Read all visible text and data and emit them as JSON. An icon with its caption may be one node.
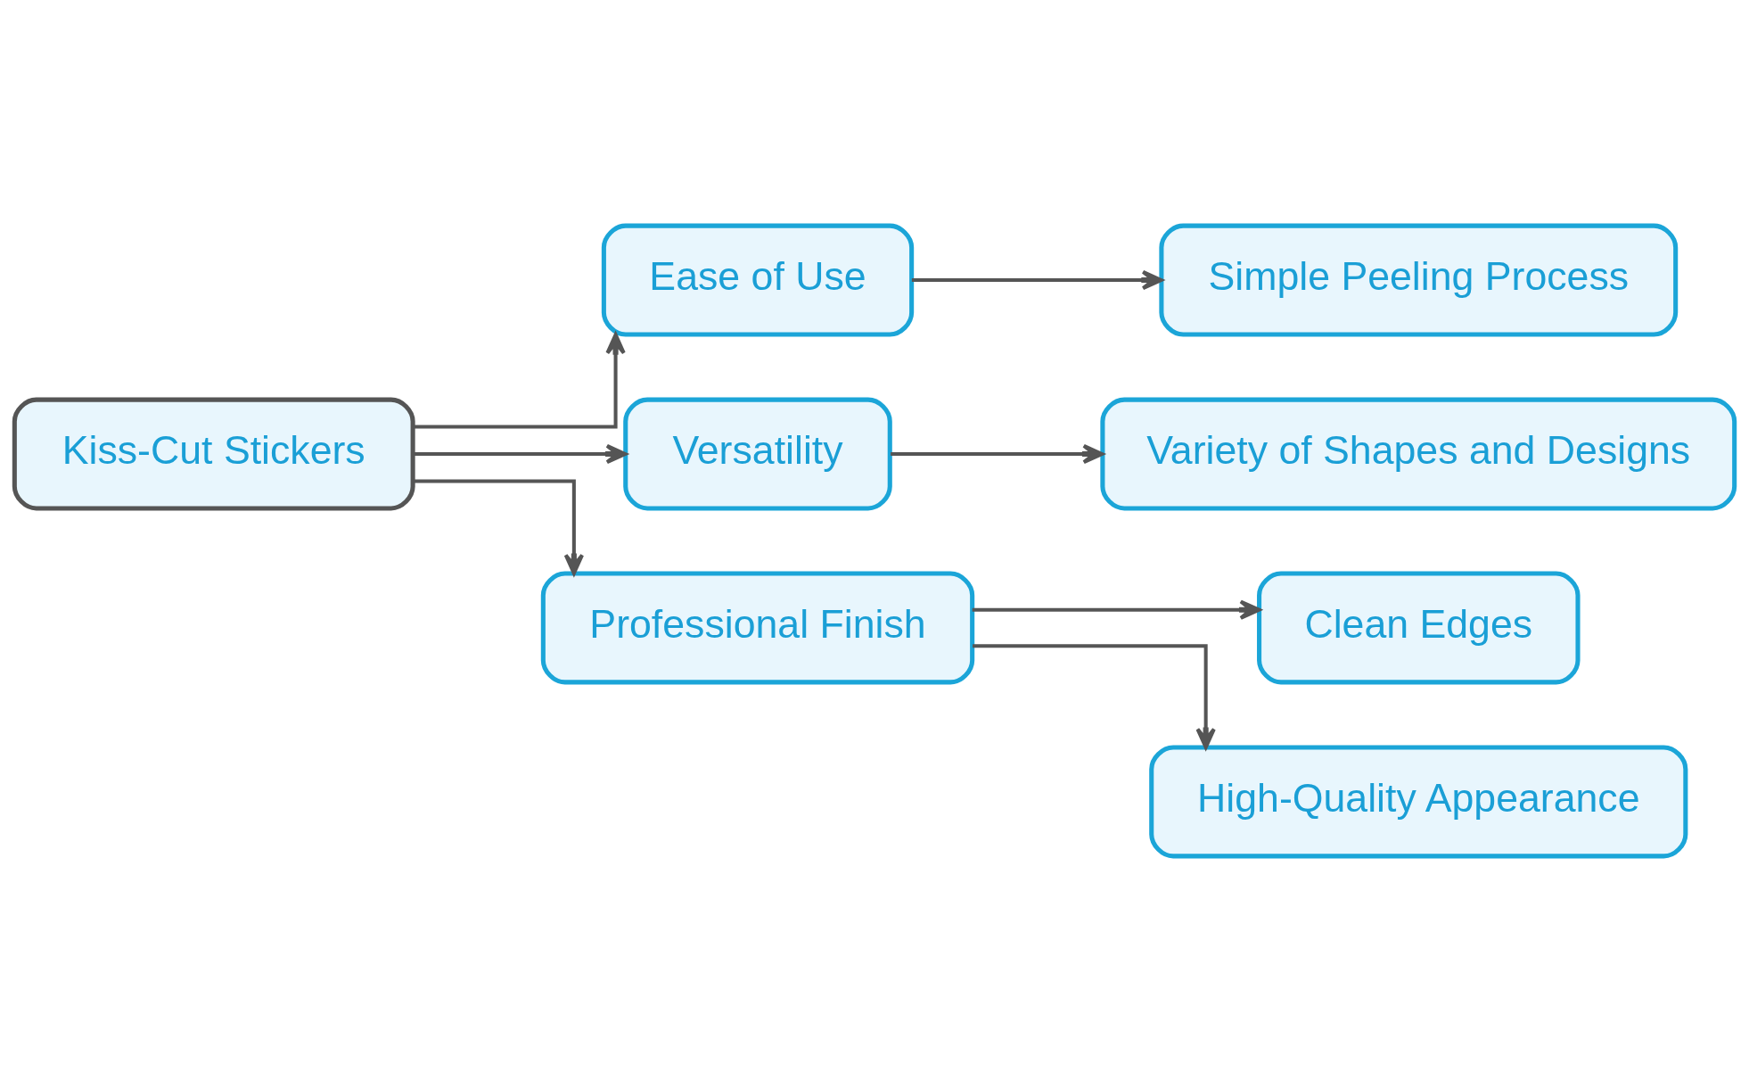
{
  "diagram": {
    "nodes": [
      {
        "text": [
          "Kiss-Cut Stickers"
        ]
      },
      {
        "text": [
          "Ease of Use"
        ]
      },
      {
        "text": [
          "Simple Peeling Process"
        ]
      },
      {
        "text": [
          "Versatility"
        ]
      },
      {
        "text": [
          "Variety of Shapes and Designs"
        ]
      },
      {
        "text": [
          "Professional Finish"
        ]
      },
      {
        "text": [
          "Clean Edges"
        ]
      },
      {
        "text": [
          "High-Quality Appearance"
        ]
      }
    ],
    "edges": [
      {
        "from": 0,
        "to": 1,
        "arrow": "to"
      },
      {
        "from": 0,
        "to": 3,
        "arrow": "to"
      },
      {
        "from": 0,
        "to": 5,
        "arrow": "to"
      },
      {
        "from": 1,
        "to": 2,
        "arrow": "to"
      },
      {
        "from": 3,
        "to": 4,
        "arrow": "to"
      },
      {
        "from": 5,
        "to": 6,
        "arrow": "to"
      },
      {
        "from": 5,
        "to": 7,
        "arrow": "to"
      }
    ]
  }
}
